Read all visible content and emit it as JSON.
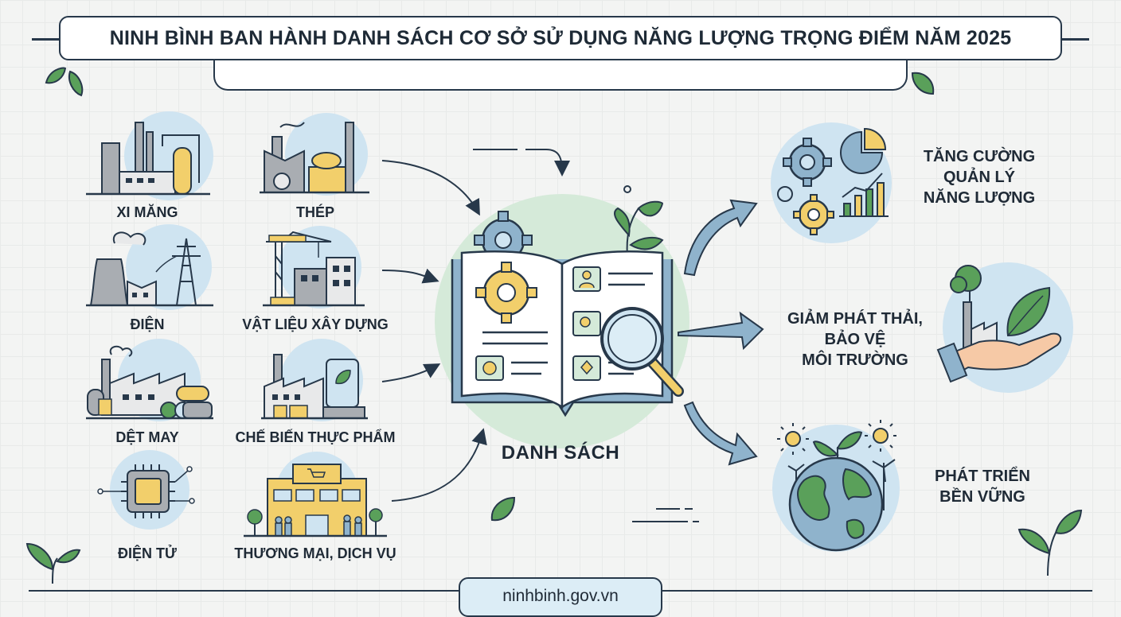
{
  "header": {
    "title": "NINH BÌNH BAN HÀNH DANH SÁCH CƠ SỞ SỬ DỤNG NĂNG LƯỢNG TRỌNG ĐIỂM NĂM 2025"
  },
  "categories": [
    {
      "label": "XI MĂNG"
    },
    {
      "label": "THÉP"
    },
    {
      "label": "ĐIỆN"
    },
    {
      "label": "VẬT LIỆU XÂY DỰNG"
    },
    {
      "label": "DỆT MAY"
    },
    {
      "label": "CHẾ BIẾN THỰC PHẨM"
    },
    {
      "label": "ĐIỆN TỬ"
    },
    {
      "label": "THƯƠNG MẠI, DỊCH VỤ"
    }
  ],
  "center": {
    "label": "DANH SÁCH"
  },
  "outcomes": [
    {
      "label": "TĂNG CƯỜNG\nQUẢN LÝ\nNĂNG LƯỢNG"
    },
    {
      "label": "GIẢM PHÁT THẢI,\nBẢO VỆ\nMÔI TRƯỜNG"
    },
    {
      "label": "PHÁT TRIỂN\nBỀN VỮNG"
    }
  ],
  "footer": {
    "website": "ninhbinh.gov.vn"
  },
  "colors": {
    "outline": "#27384a",
    "circle_blue": "#cfe4f1",
    "circle_green": "#d5ead9",
    "yellow": "#f2cf6b",
    "green": "#5aa05a",
    "gray": "#a9adb2"
  }
}
